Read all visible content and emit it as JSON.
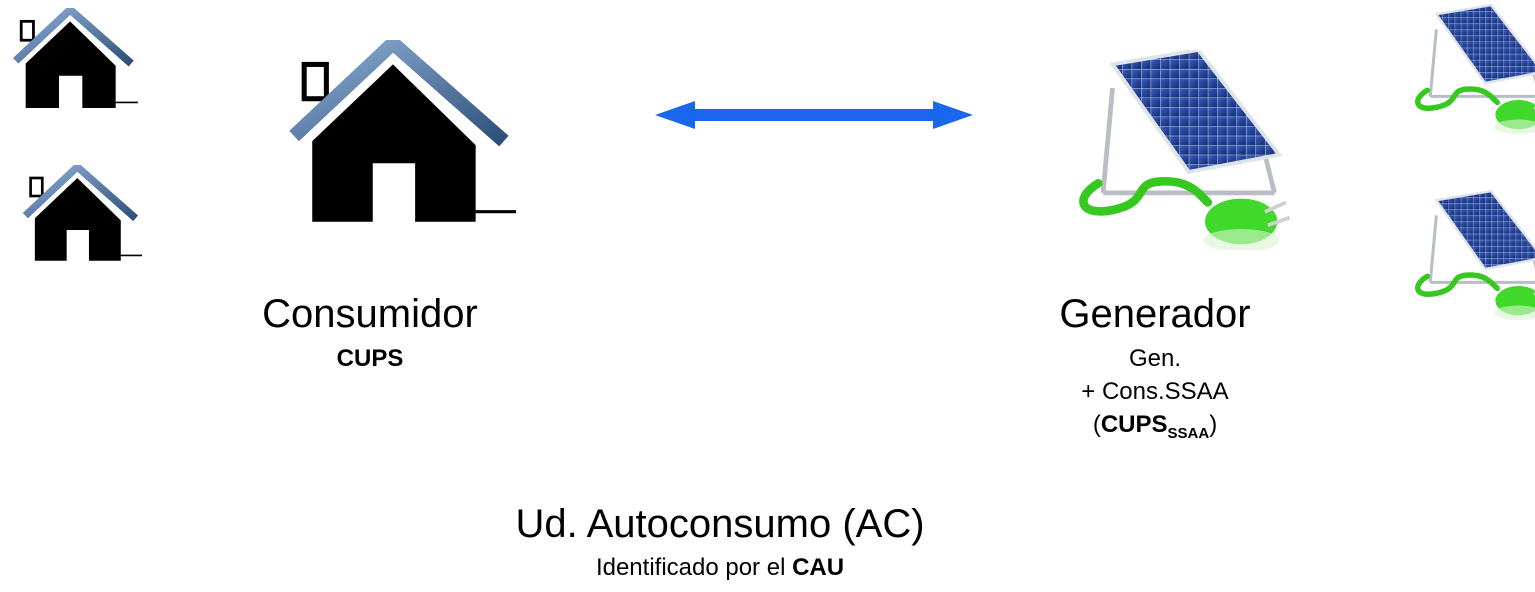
{
  "consumer": {
    "title": "Consumidor",
    "id_label": "CUPS"
  },
  "generator": {
    "title": "Generador",
    "line1": "Gen.",
    "line2": "+ Cons.SSAA",
    "paren_open": "(",
    "cups_main": "CUPS",
    "cups_sub": "SSAA",
    "paren_close": ")"
  },
  "unit": {
    "title": "Ud. Autoconsumo (AC)",
    "subtitle_prefix": "Identificado por el ",
    "subtitle_bold": "CAU"
  },
  "icons": {
    "house": "house-with-chimney-icon",
    "solar": "solar-panel-with-plug-icon",
    "arrow": "double-headed-arrow-icon"
  },
  "colors": {
    "arrow": "#1a66ee",
    "house": "#000000",
    "roof_edge": "#5b7fa6",
    "panel_cell": "#1f3c8c",
    "plug_green": "#3ed62a"
  }
}
